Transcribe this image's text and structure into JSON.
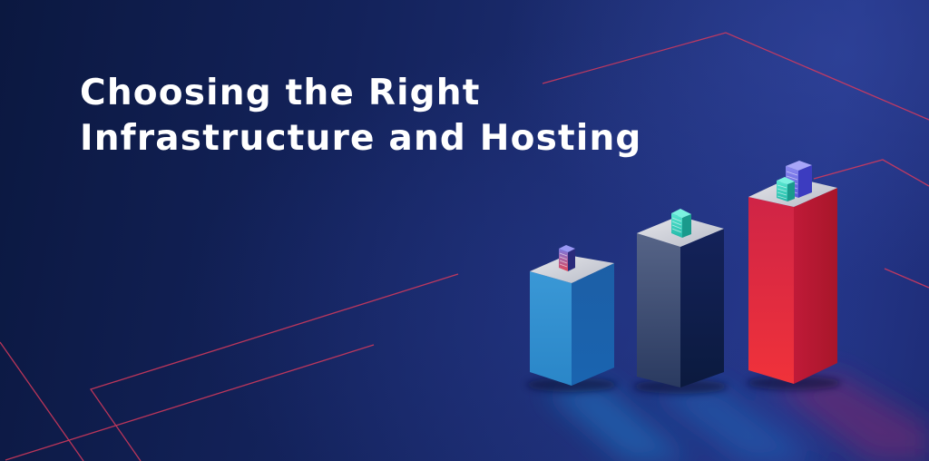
{
  "banner": {
    "headline_lines": [
      "Choosing the Right",
      "Infrastructure and Hosting"
    ],
    "colors": {
      "background_dark": "#0b1840",
      "background_light": "#24368a",
      "accent_line": "#d83a5c",
      "bar_blue": "#2a86c8",
      "bar_slate": "#3e4e76",
      "bar_red": "#d81f3e",
      "server_teal": "#38d6c0",
      "server_purple": "#6a6ee8"
    }
  },
  "illustration": {
    "bars": [
      {
        "name": "small",
        "color": "blue",
        "servers": 1
      },
      {
        "name": "medium",
        "color": "slate",
        "servers": 1
      },
      {
        "name": "large",
        "color": "red",
        "servers": 2
      }
    ]
  }
}
